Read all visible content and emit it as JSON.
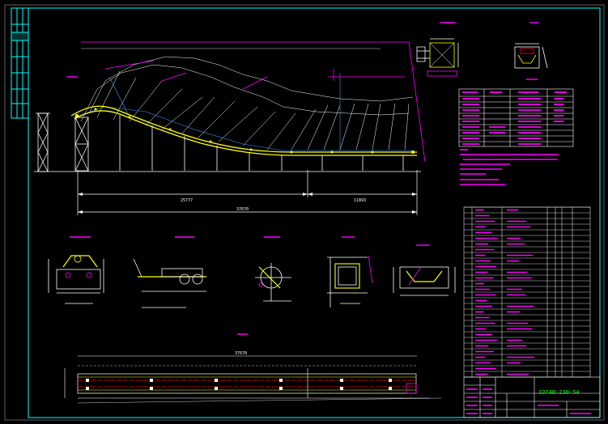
{
  "drawing": {
    "number": "3374B-230-54",
    "dimensions": {
      "total_length": "37670",
      "segment_left": "25777",
      "segment_right": "11893",
      "plan_total": "37670"
    },
    "colors": {
      "frame": "#00ffff",
      "conveyor": "#ffff00",
      "dimension": "#ffffff",
      "annotation": "#ff00ff",
      "leader": "#00ff00",
      "background": "#000000"
    }
  }
}
